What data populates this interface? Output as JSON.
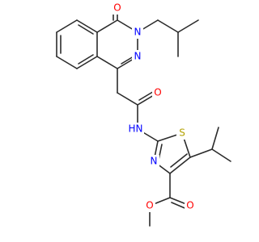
{
  "structure": {
    "atoms": {
      "o_carbonyl": {
        "text": "O",
        "color": "#ff0000"
      },
      "n_phthalazinone": {
        "text": "N",
        "color": "#0000ff"
      },
      "n_phthalazine": {
        "text": "N",
        "color": "#0000ff"
      },
      "o_amide": {
        "text": "O",
        "color": "#ff0000"
      },
      "nh_amide": {
        "text": "H",
        "color": "#0000ff"
      },
      "nh_amide_n": {
        "text": "N",
        "color": "#0000ff"
      },
      "s_thiazole": {
        "text": "S",
        "color": "#b3a100"
      },
      "n_thiazole": {
        "text": "N",
        "color": "#0000ff"
      },
      "o_ester_carbonyl": {
        "text": "O",
        "color": "#ff0000"
      },
      "o_ester": {
        "text": "O",
        "color": "#ff0000"
      }
    }
  }
}
